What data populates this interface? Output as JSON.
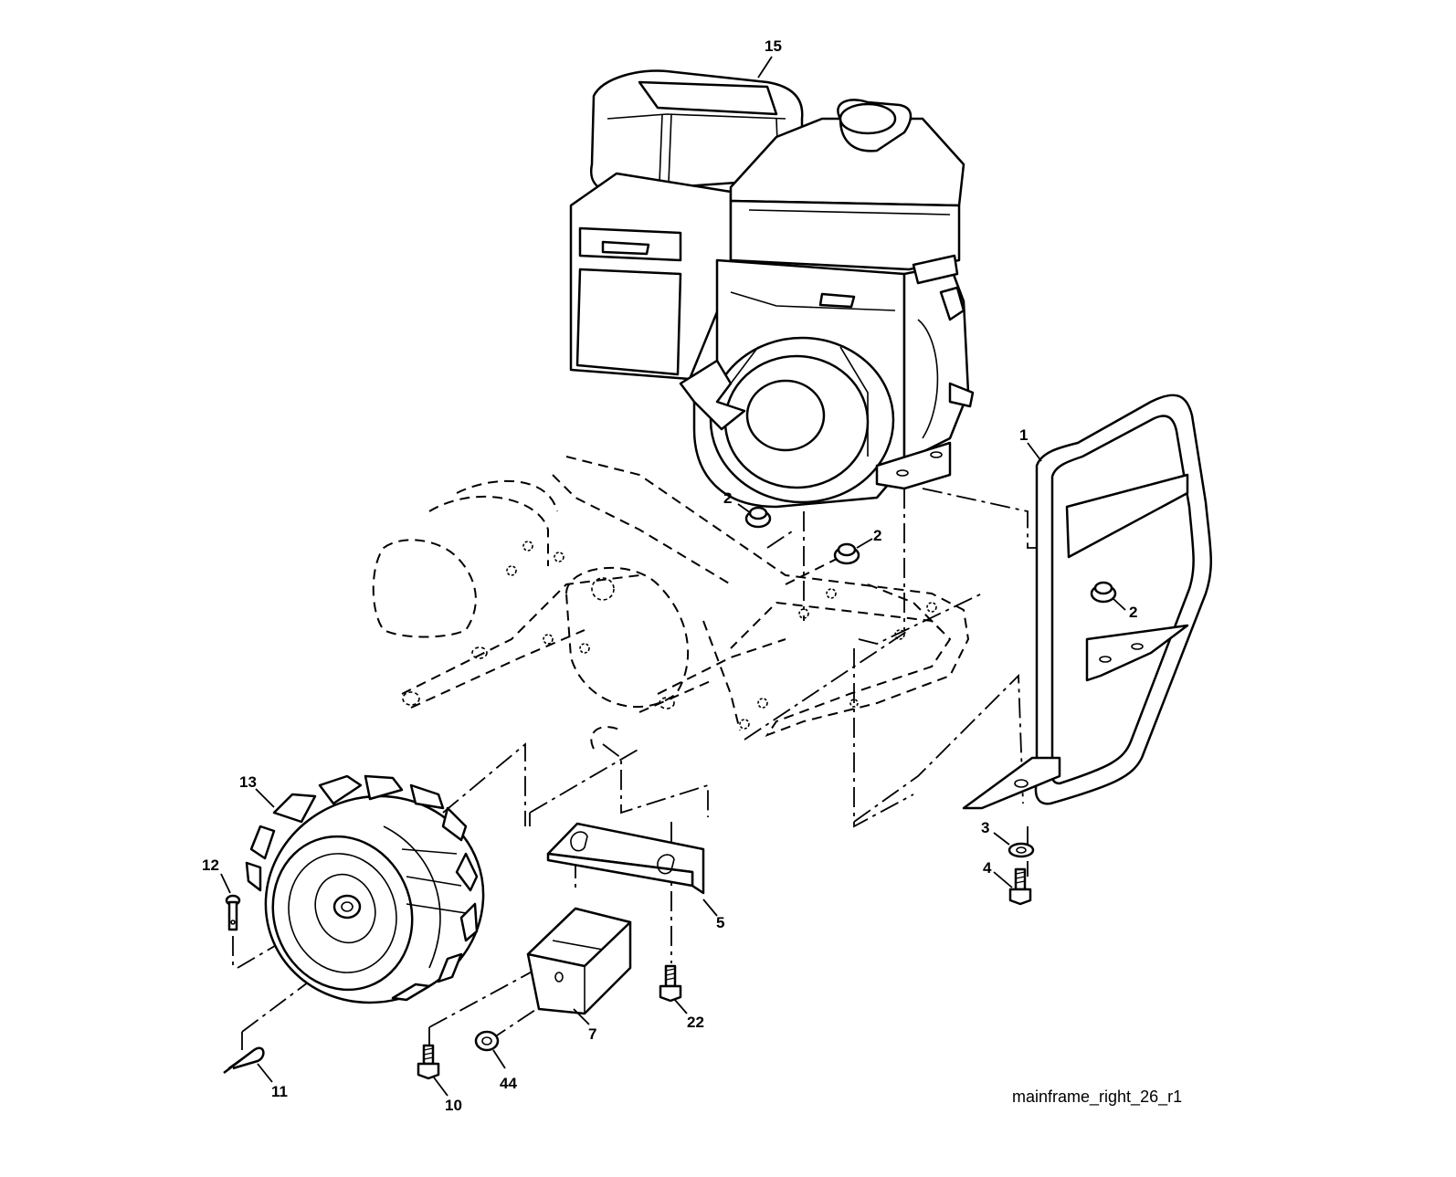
{
  "diagram": {
    "caption": "mainframe_right_26_r1",
    "callouts": [
      {
        "id": "callout-15",
        "text": "15"
      },
      {
        "id": "callout-1",
        "text": "1"
      },
      {
        "id": "callout-2a",
        "text": "2"
      },
      {
        "id": "callout-2b",
        "text": "2"
      },
      {
        "id": "callout-2c",
        "text": "2"
      },
      {
        "id": "callout-3",
        "text": "3"
      },
      {
        "id": "callout-4",
        "text": "4"
      },
      {
        "id": "callout-5",
        "text": "5"
      },
      {
        "id": "callout-7",
        "text": "7"
      },
      {
        "id": "callout-10",
        "text": "10"
      },
      {
        "id": "callout-11",
        "text": "11"
      },
      {
        "id": "callout-12",
        "text": "12"
      },
      {
        "id": "callout-13",
        "text": "13"
      },
      {
        "id": "callout-22",
        "text": "22"
      },
      {
        "id": "callout-44",
        "text": "44"
      }
    ]
  }
}
